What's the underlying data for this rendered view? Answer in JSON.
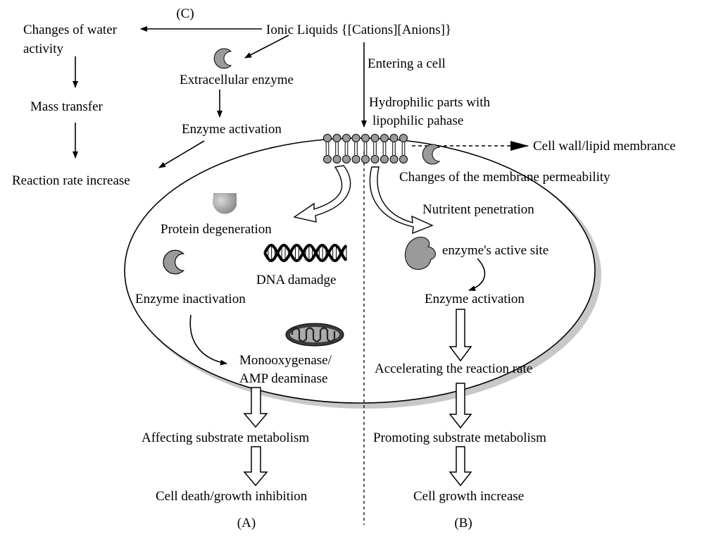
{
  "labels": {
    "panel_c": "(C)",
    "ionic_liquids": "Ionic Liquids {[Cations][Anions]}",
    "water_activity_line1": "Changes of water",
    "water_activity_line2": "activity",
    "mass_transfer": "Mass transfer",
    "reaction_rate_increase": "Reaction rate increase",
    "extracellular_enzyme": "Extracellular enzyme",
    "enzyme_activation_top": "Enzyme activation",
    "entering_cell": "Entering a cell",
    "hydrophilic_line1": "Hydrophilic parts with",
    "hydrophilic_line2": "lipophilic pahase",
    "cell_wall": "Cell wall/lipid membrance",
    "membrane_permeability": "Changes of the membrane permeability",
    "protein_degeneration": "Protein degeneration",
    "dna_damage": "DNA damadge",
    "enzyme_inactivation": "Enzyme inactivation",
    "monooxygenase_line1": "Monooxygenase/",
    "monooxygenase_line2": "AMP deaminase",
    "affecting_metabolism": "Affecting substrate metabolism",
    "cell_death": "Cell death/growth inhibition",
    "panel_a": "(A)",
    "nutrient_penetration": "Nutritent penetration",
    "active_site": "enzyme's active site",
    "enzyme_activation_inner": "Enzyme activation",
    "accelerating_rate": "Accelerating the reaction rate",
    "promoting_metabolism": "Promoting substrate metabolism",
    "cell_growth_increase": "Cell growth increase",
    "panel_b": "(B)"
  },
  "colors": {
    "line": "#000000",
    "enzyme_fill": "#9a9a9a",
    "cell_shadow": "#c8c8c8"
  }
}
